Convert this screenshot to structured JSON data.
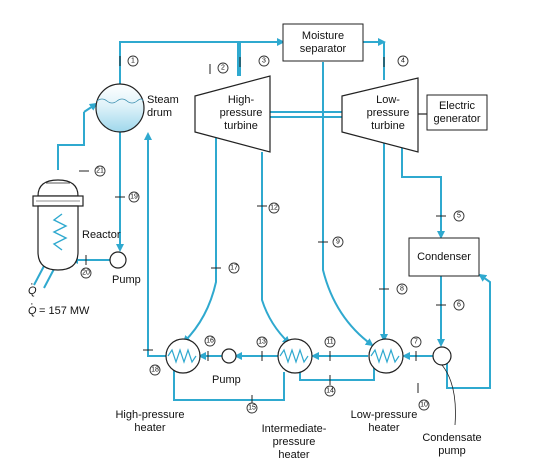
{
  "labels": {
    "moisture_separator": [
      "Moisture",
      "separator"
    ],
    "steam_drum": [
      "Steam",
      "drum"
    ],
    "hp_turbine": [
      "High-",
      "pressure",
      "turbine"
    ],
    "lp_turbine": [
      "Low-",
      "pressure",
      "turbine"
    ],
    "generator": [
      "Electric",
      "generator"
    ],
    "reactor": "Reactor",
    "pump_left": "Pump",
    "pump_bottom": "Pump",
    "condenser": "Condenser",
    "hp_heater": [
      "High-pressure",
      "heater"
    ],
    "ip_heater": [
      "Intermediate-",
      "pressure",
      "heater"
    ],
    "lp_heater": [
      "Low-pressure",
      "heater"
    ],
    "condensate_pump": [
      "Condensate",
      "pump"
    ],
    "q_symbol": "Q",
    "q_value": "= 157 MW"
  },
  "states": [
    "1",
    "2",
    "3",
    "4",
    "5",
    "6",
    "7",
    "8",
    "9",
    "10",
    "11",
    "12",
    "13",
    "14",
    "15",
    "16",
    "17",
    "18",
    "19",
    "20",
    "21"
  ],
  "colors": {
    "pipe": "#2fa9cf",
    "drum_fill": "#bfe6f4",
    "heater_coil": "#2fa9cf"
  }
}
